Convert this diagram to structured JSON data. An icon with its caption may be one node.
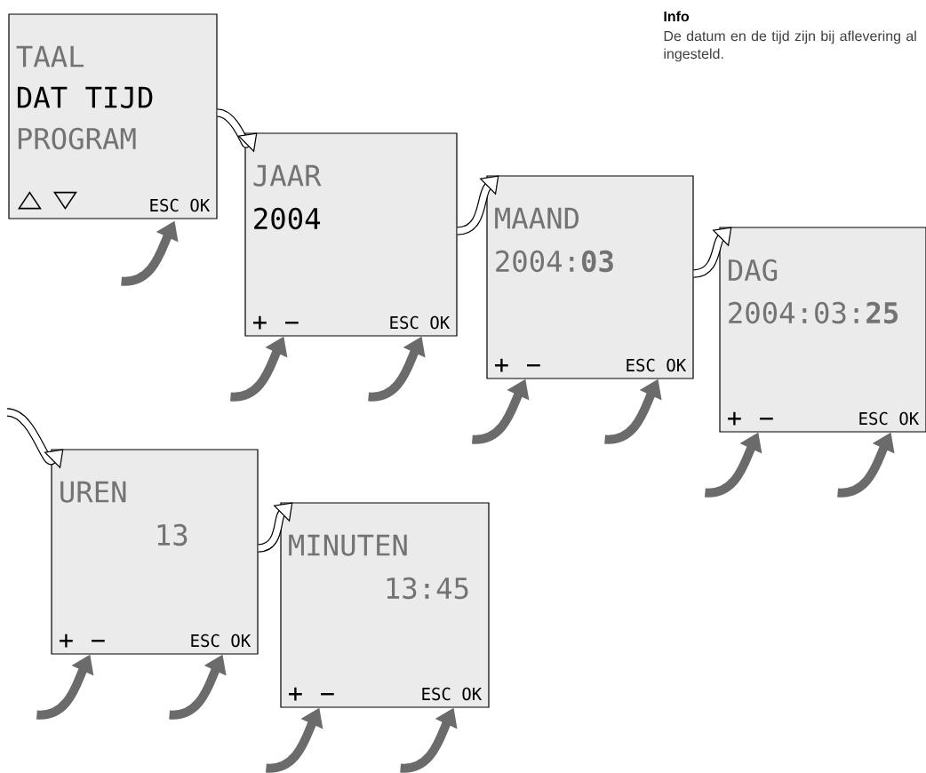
{
  "diagram": {
    "title": "Info",
    "nodes": [
      {
        "text": [
          "TAAL",
          "DAT TIJD",
          "PROGRAM",
          "ESC OK"
        ]
      },
      {
        "text": [
          "JAAR",
          "2004",
          "+",
          "−",
          "ESC OK"
        ]
      },
      {
        "text": [
          "MAAND",
          "2004:**03**",
          "+",
          "−",
          "ESC OK"
        ]
      },
      {
        "text": [
          "DAG",
          "2004:03:**25**",
          "+",
          "−",
          "ESC OK"
        ]
      },
      {
        "text": [
          "UREN",
          "13",
          "+",
          "−",
          "ESC OK"
        ]
      },
      {
        "text": [
          "MINUTEN",
          "13:45",
          "+",
          "−",
          "ESC OK"
        ]
      }
    ],
    "edges": [
      {
        "from": 0,
        "to": 1,
        "arrow": "to",
        "color": "#000000"
      },
      {
        "from": 1,
        "to": 2,
        "arrow": "to",
        "color": "#000000"
      },
      {
        "from": 2,
        "to": 3,
        "arrow": "to",
        "color": "#000000"
      },
      {
        "from": null,
        "to": 4,
        "arrow": "to",
        "color": "#000000"
      },
      {
        "from": 4,
        "to": 5,
        "arrow": "to",
        "color": "#000000"
      },
      {
        "from": null,
        "to": 0,
        "arrow": "to"
      },
      {
        "from": null,
        "to": 1,
        "arrow": "to"
      },
      {
        "from": null,
        "to": 1,
        "arrow": "to"
      },
      {
        "from": null,
        "to": 2,
        "arrow": "to"
      },
      {
        "from": null,
        "to": 2,
        "arrow": "to"
      },
      {
        "from": null,
        "to": 3,
        "arrow": "to"
      },
      {
        "from": null,
        "to": 3,
        "arrow": "to"
      },
      {
        "from": null,
        "to": 4,
        "arrow": "to"
      },
      {
        "from": null,
        "to": 4,
        "arrow": "to"
      },
      {
        "from": null,
        "to": 5,
        "arrow": "to"
      },
      {
        "from": null,
        "to": 5,
        "arrow": "to"
      }
    ],
    "labels": [
      "De datum en de tijd zijn bij aflevering al ingesteld."
    ]
  }
}
